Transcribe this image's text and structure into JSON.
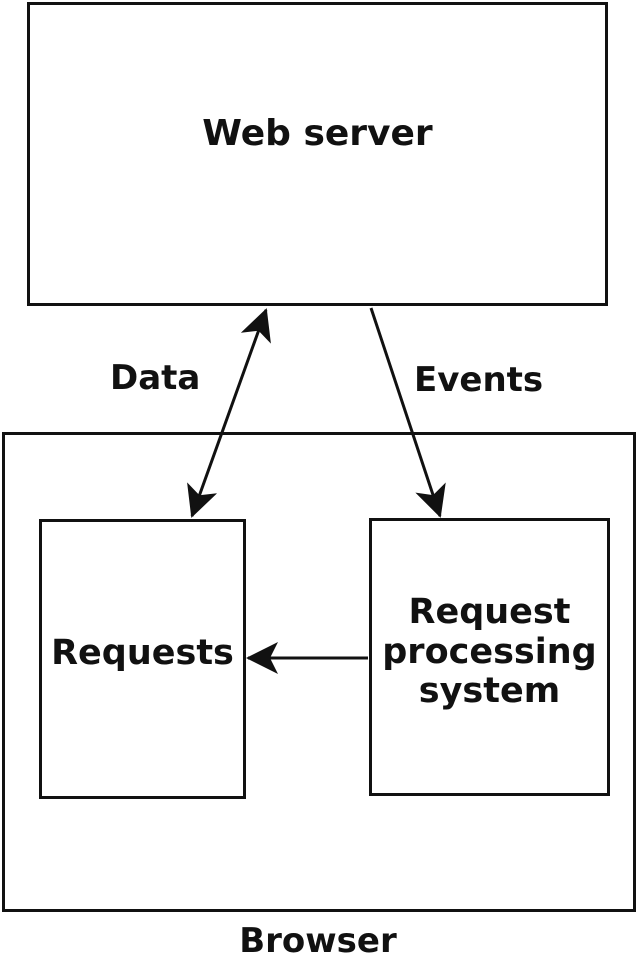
{
  "nodes": {
    "web_server": {
      "label": "Web server"
    },
    "browser": {
      "label": "Browser"
    },
    "requests": {
      "label": "Requests"
    },
    "request_processing": {
      "lines": [
        "Request",
        "processing",
        "system"
      ]
    }
  },
  "edges": {
    "data": {
      "label": "Data",
      "from": "web_server",
      "to": "requests",
      "direction": "both"
    },
    "events": {
      "label": "Events",
      "from": "web_server",
      "to": "request_processing",
      "direction": "forward"
    },
    "processing_to_requests": {
      "label": "",
      "from": "request_processing",
      "to": "requests",
      "direction": "forward"
    }
  }
}
